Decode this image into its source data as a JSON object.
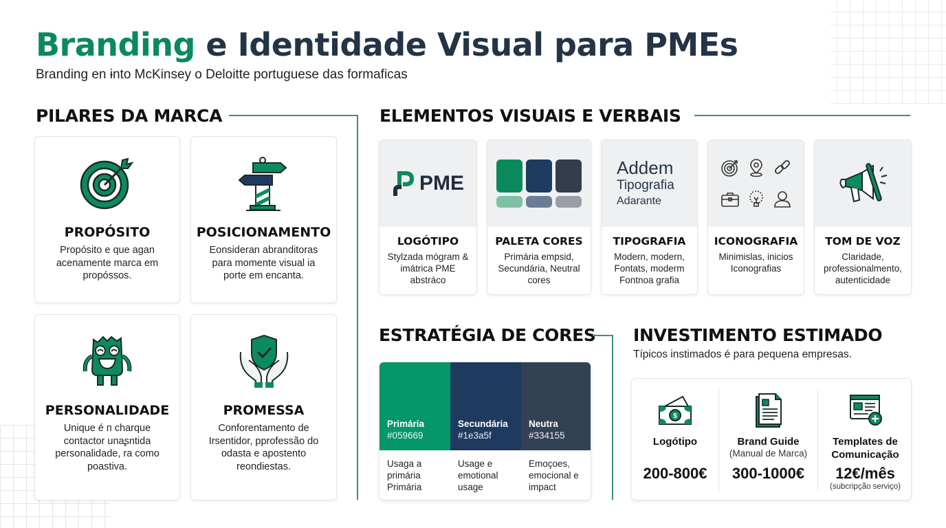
{
  "header": {
    "title_accent": "Branding",
    "title_rest": " e Identidade Visual para PMEs",
    "subtitle": "Branding en ɨnto McKinsey o Deloitte portuguese das formaficas"
  },
  "colors": {
    "primary": "#059669",
    "secondary": "#1e3a5f",
    "neutral": "#334155",
    "accent_line": "#3a8f7a"
  },
  "pillars": {
    "heading": "PILARES DA MARCA",
    "items": [
      {
        "icon": "target-icon",
        "title": "PROPÓSITO",
        "desc": "Propósito e que agan acenamente marca em propóssos."
      },
      {
        "icon": "signpost-icon",
        "title": "POSICIONAMENTO",
        "desc": "Eonsideran abranditoras para momente visual ia porte em encanta."
      },
      {
        "icon": "monster-mascot-icon",
        "title": "PERSONALIDADE",
        "desc": "Unique é п charque contactor unaʂntida personalidade, ra como poastiva."
      },
      {
        "icon": "shield-hands-icon",
        "title": "PROMESSA",
        "desc": "Conforentamento de Irsentidor, pprofessão do odasta e apostento reondiestas."
      }
    ]
  },
  "elements": {
    "heading": "ELEMENTOS VISUAIS E VERBAIS",
    "logo_text": "PME",
    "typo_sample": {
      "line1": "Addem",
      "line2": "Tipografia",
      "line3": "Adarante"
    },
    "items": [
      {
        "title": "LOGÓTIPO",
        "desc": "Stylzada mógram & imátrica PME abstráco"
      },
      {
        "title": "PALETA CORES",
        "desc": "Primária empsid, Secundária, Neutral cores"
      },
      {
        "title": "TIPOGRAFIA",
        "desc": "Modern, modern, Fontats, moderm Fontnoa grafia"
      },
      {
        "title": "ICONOGRAFIA",
        "desc": "Minimislas, inicios Iconografias"
      },
      {
        "title": "TOM DE VOZ",
        "desc": "Claridade, professionalmento, autenticidade"
      }
    ],
    "icon_set": [
      "target-icon",
      "map-pin-icon",
      "link-icon",
      "briefcase-icon",
      "lightbulb-icon",
      "user-icon"
    ]
  },
  "strategy": {
    "heading": "ESTRATÉGIA DE CORES",
    "swatches": [
      {
        "name": "Primária",
        "hex": "#059669",
        "usage": "Usaga a primária Primária"
      },
      {
        "name": "Secundária",
        "hex": "#1e3a5f",
        "usage": "Usage e emotional usage"
      },
      {
        "name": "Neutra",
        "hex": "#334155",
        "usage": "Emoçoes, emocional e impact"
      }
    ]
  },
  "investment": {
    "heading": "INVESTIMENTO ESTIMADO",
    "subtitle": "Típicos instimados é para pequena empresas.",
    "items": [
      {
        "icon": "money-icon",
        "label": "Logótipo",
        "label2": "",
        "price": "200-800€",
        "note": ""
      },
      {
        "icon": "document-icon",
        "label": "Brand Guide",
        "label2": "(Manual de Marca)",
        "price": "300-1000€",
        "note": ""
      },
      {
        "icon": "template-add-icon",
        "label": "Templates de Comunicação",
        "label2": "",
        "price": "12€/mês",
        "note": "(subcripção serviço)"
      }
    ]
  }
}
